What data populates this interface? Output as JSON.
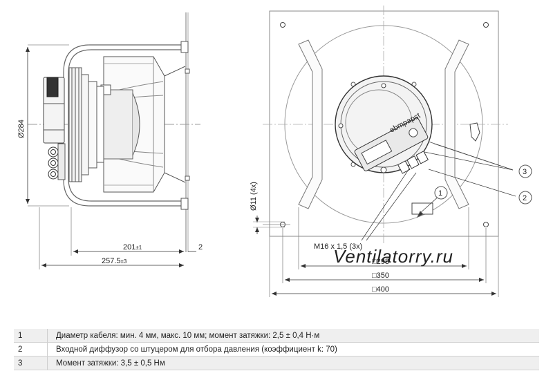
{
  "side_view": {
    "diameter_label": "Ø284",
    "hole_label": "Ø11 (4x)",
    "dim_201": "201",
    "dim_201_tol": "±1",
    "dim_2": "2",
    "dim_257": "257.5",
    "dim_257_tol": "±3"
  },
  "front_view": {
    "cable_gland_label": "M16 x 1,5 (3x)",
    "dim_298": "□298",
    "dim_350": "□350",
    "dim_400": "□400",
    "callout_1": "1",
    "callout_2": "2",
    "callout_3": "3",
    "brand_text": "ebmpapst"
  },
  "watermark": "Ventilatorry.ru",
  "notes": [
    {
      "num": "1",
      "text": "Диаметр кабеля: мин. 4 мм, макс. 10 мм; момент затяжки: 2,5 ± 0,4 Н·м"
    },
    {
      "num": "2",
      "text": "Входной диффузор со штуцером для отбора давления (коэффициент k: 70)"
    },
    {
      "num": "3",
      "text": "Момент затяжки: 3,5 ± 0,5 Нм"
    }
  ]
}
